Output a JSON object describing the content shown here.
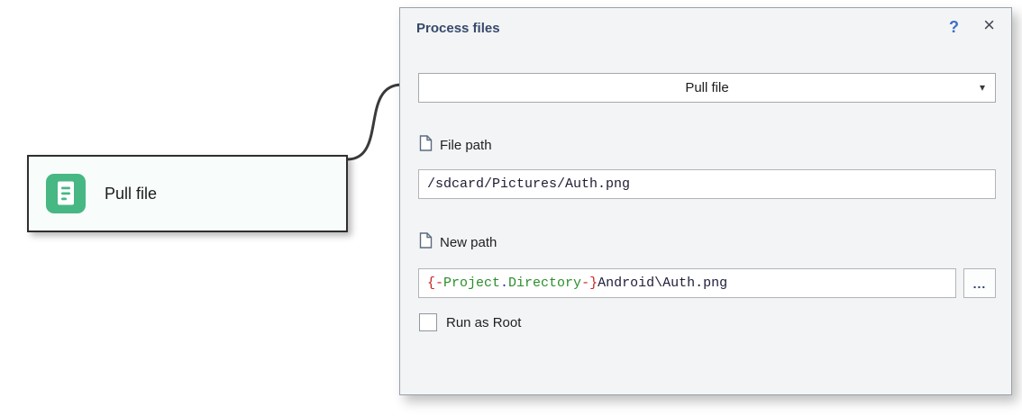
{
  "node": {
    "label": "Pull file"
  },
  "connector": {
    "color": "#3a3a3a"
  },
  "panel": {
    "title": "Process files",
    "help_label": "?",
    "close_label": "×",
    "action_dropdown": {
      "value": "Pull file",
      "arrow_glyph": "▾"
    },
    "file_path": {
      "label": "File path",
      "value": "/sdcard/Pictures/Auth.png"
    },
    "new_path": {
      "label": "New path",
      "tokens": [
        {
          "text": "{-",
          "color": "#cc2222"
        },
        {
          "text": "Project",
          "color": "#2a8f2a"
        },
        {
          "text": ".",
          "color": "#2233bb"
        },
        {
          "text": "Directory",
          "color": "#2a8f2a"
        },
        {
          "text": "-}",
          "color": "#cc2222"
        },
        {
          "text": "Android\\Auth.png",
          "color": "#20203c"
        }
      ],
      "browse_label": "..."
    },
    "run_as_root": {
      "label": "Run as Root",
      "checked": false
    }
  },
  "colors": {
    "accent_green": "#47b784",
    "title": "#36496a",
    "help_blue": "#3a6fc4"
  }
}
